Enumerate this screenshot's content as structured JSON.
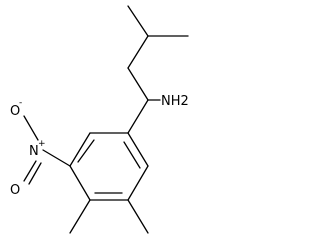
{
  "molecule": {
    "atoms": {
      "amine": "NH2",
      "nitro_n": "N",
      "nitro_n_charge": "+",
      "nitro_o_top": "O",
      "nitro_o_top_charge": "-",
      "nitro_o_bottom": "O"
    }
  }
}
